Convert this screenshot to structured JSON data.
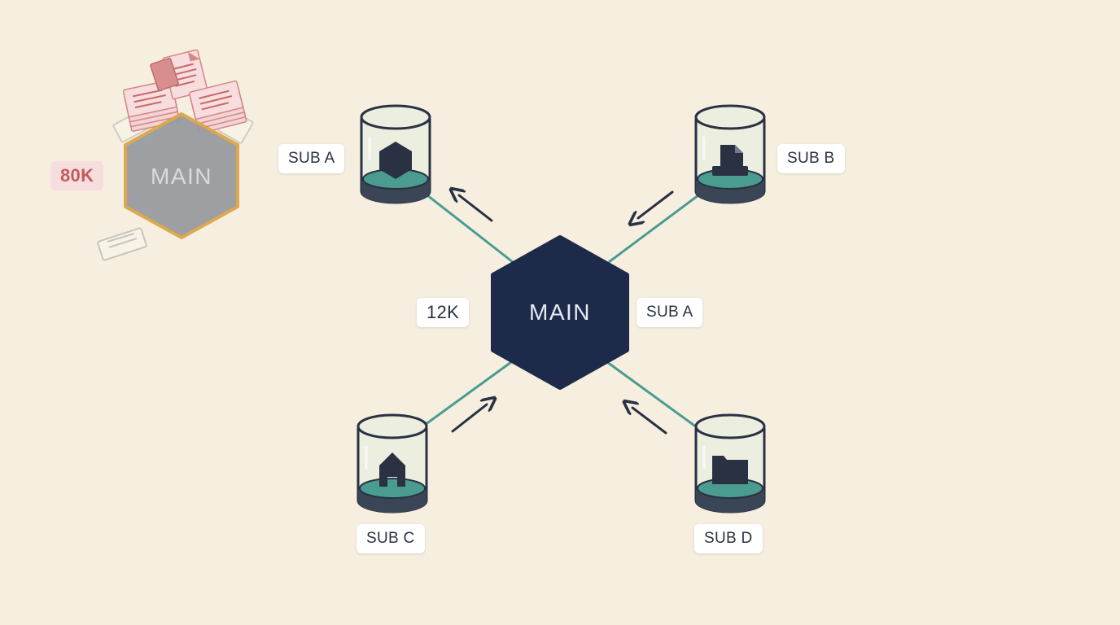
{
  "before": {
    "hub_label": "MAIN",
    "count": "80K"
  },
  "after": {
    "hub_label": "MAIN",
    "count": "12K",
    "hub_side_label": "SUB A",
    "subs": [
      {
        "label": "SUB A",
        "icon": "cube-icon",
        "arrow": "outward"
      },
      {
        "label": "SUB B",
        "icon": "document-icon",
        "arrow": "inward"
      },
      {
        "label": "SUB C",
        "icon": "house-icon",
        "arrow": "inward"
      },
      {
        "label": "SUB D",
        "icon": "folder-icon",
        "arrow": "inward"
      }
    ]
  },
  "colors": {
    "background": "#f6efdf",
    "hub_dark": "#1e2a4a",
    "hub_grey": "#9a9ba0",
    "hub_grey_outline": "#dba647",
    "connector": "#4a9c91",
    "liquid": "#4a9c91",
    "document_red": "#d48787"
  }
}
